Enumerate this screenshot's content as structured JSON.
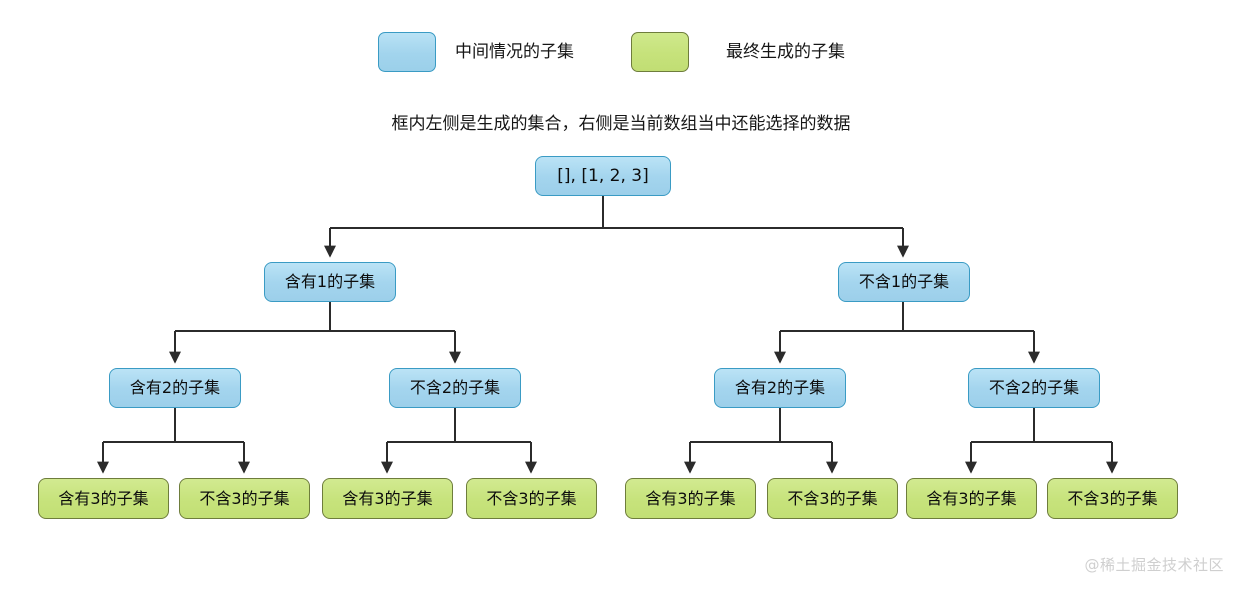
{
  "diagram": {
    "title_note": "框内左侧是生成的集合，右侧是当前数组当中还能选择的数据",
    "watermark": "@稀土掘金技术社区",
    "colors": {
      "intermediate_fill": "#a4d5ee",
      "intermediate_border": "#3a9bc4",
      "final_fill": "#c7e37c",
      "final_border": "#6e7d3c",
      "connector": "#2b2b2b",
      "background": "#ffffff"
    }
  },
  "legend": {
    "items": [
      {
        "swatch": "intermediate-swatch",
        "label": "中间情况的子集",
        "kind": "blue"
      },
      {
        "swatch": "final-swatch",
        "label": "最终生成的子集",
        "kind": "green"
      }
    ]
  },
  "tree": {
    "root": {
      "label": "[], [1, 2, 3]"
    },
    "level1": [
      {
        "label": "含有1的子集"
      },
      {
        "label": "不含1的子集"
      }
    ],
    "level2": [
      {
        "label": "含有2的子集"
      },
      {
        "label": "不含2的子集"
      },
      {
        "label": "含有2的子集"
      },
      {
        "label": "不含2的子集"
      }
    ],
    "leaves": [
      {
        "label": "含有3的子集"
      },
      {
        "label": "不含3的子集"
      },
      {
        "label": "含有3的子集"
      },
      {
        "label": "不含3的子集"
      },
      {
        "label": "含有3的子集"
      },
      {
        "label": "不含3的子集"
      },
      {
        "label": "含有3的子集"
      },
      {
        "label": "不含3的子集"
      }
    ]
  }
}
